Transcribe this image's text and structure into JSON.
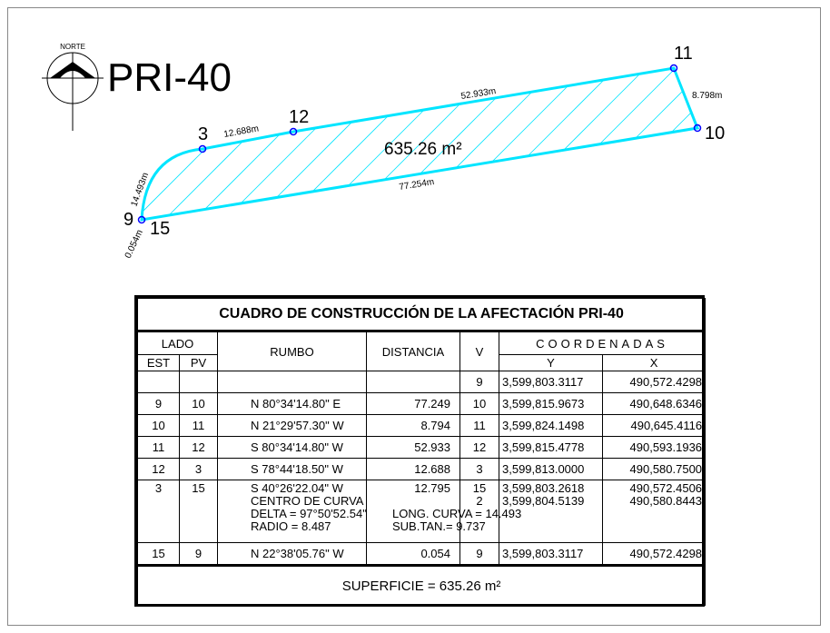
{
  "north": {
    "label": "NORTE"
  },
  "plan": {
    "title": "PRI-40",
    "area_label": "635.26 m²",
    "points": [
      {
        "label": "9"
      },
      {
        "label": "15"
      },
      {
        "label": "3"
      },
      {
        "label": "12"
      },
      {
        "label": "11"
      },
      {
        "label": "10"
      }
    ],
    "distances": {
      "d_3_12": "12.688m",
      "d_12_11": "52.933m",
      "d_11_10": "8.798m",
      "d_9_10": "77.254m",
      "arc": "14.493m",
      "d_15_9": "0.054m"
    },
    "colors": {
      "line": "#00e5ff",
      "point": "#0000ff"
    }
  },
  "table": {
    "title": "CUADRO DE CONSTRUCCIÓN DE LA AFECTACIÓN PRI-40",
    "headers": {
      "lado": "LADO",
      "est": "EST",
      "pv": "PV",
      "rumbo": "RUMBO",
      "distancia": "DISTANCIA",
      "v": "V",
      "coordenadas": "COORDENADAS",
      "y": "Y",
      "x": "X"
    },
    "first": {
      "v": "9",
      "y": "3,599,803.3117",
      "x": "490,572.4298"
    },
    "rows": [
      {
        "est": "9",
        "pv": "10",
        "rumbo": "N 80°34'14.80\" E",
        "dist": "77.249",
        "v": "10",
        "y": "3,599,815.9673",
        "x": "490,648.6346"
      },
      {
        "est": "10",
        "pv": "11",
        "rumbo": "N 21°29'57.30\" W",
        "dist": "8.794",
        "v": "11",
        "y": "3,599,824.1498",
        "x": "490,645.4116"
      },
      {
        "est": "11",
        "pv": "12",
        "rumbo": "S 80°34'14.80\" W",
        "dist": "52.933",
        "v": "12",
        "y": "3,599,815.4778",
        "x": "490,593.1936"
      },
      {
        "est": "12",
        "pv": "3",
        "rumbo": "S 78°44'18.50\" W",
        "dist": "12.688",
        "v": "3",
        "y": "3,599,813.0000",
        "x": "490,580.7500"
      }
    ],
    "curve": {
      "est": "3",
      "pv": "15",
      "rumbo": "S 40°26'22.04\" W",
      "dist": "12.795",
      "v": "15",
      "y": "3,599,803.2618",
      "x": "490,572.4506",
      "center_label": "CENTRO DE CURVA",
      "center_v": "2",
      "center_y": "3,599,804.5139",
      "center_x": "490,580.8443",
      "delta": "DELTA = 97°50'52.54\"",
      "long": "LONG. CURVA = 14.493",
      "radio": "RADIO = 8.487",
      "subtan": "SUB.TAN.= 9.737"
    },
    "last": {
      "est": "15",
      "pv": "9",
      "rumbo": "N 22°38'05.76\" W",
      "dist": "0.054",
      "v": "9",
      "y": "3,599,803.3117",
      "x": "490,572.4298"
    },
    "superficie": "SUPERFICIE = 635.26 m²"
  }
}
